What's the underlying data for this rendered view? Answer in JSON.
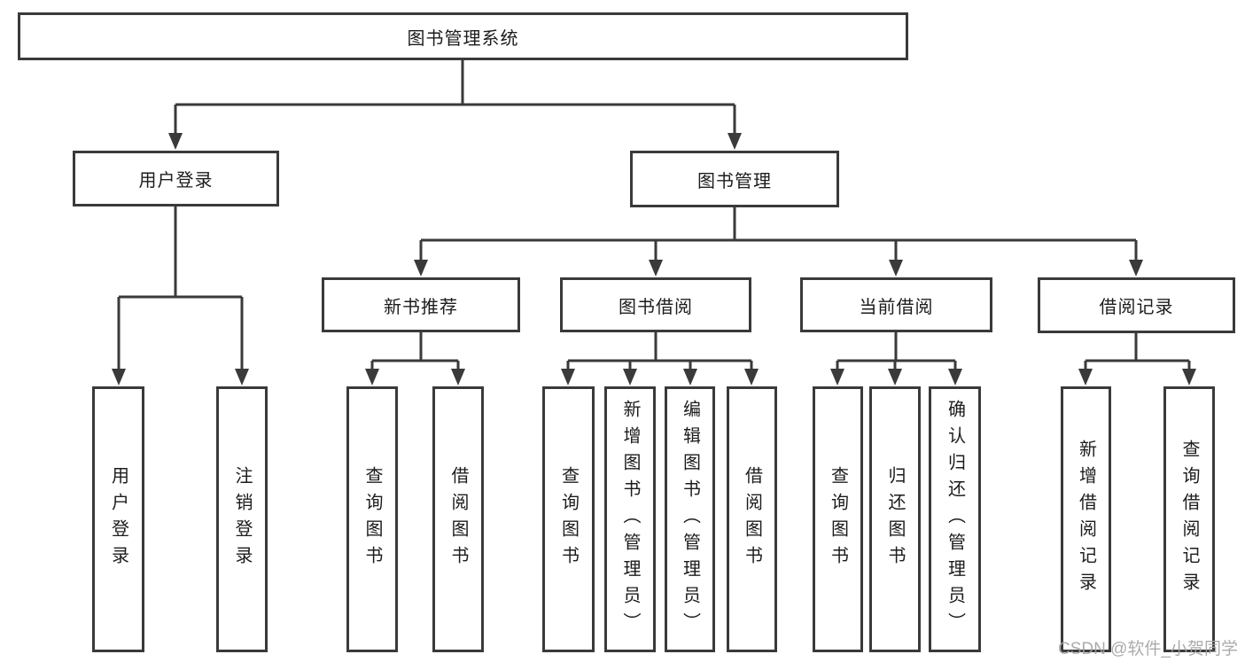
{
  "diagram": {
    "root": {
      "label": "图书管理系统"
    },
    "branches": [
      {
        "label": "用户登录",
        "leaves": [
          {
            "label": "用户登录"
          },
          {
            "label": "注销登录"
          }
        ]
      },
      {
        "label": "图书管理",
        "sections": [
          {
            "label": "新书推荐",
            "leaves": [
              {
                "label": "查询图书"
              },
              {
                "label": "借阅图书"
              }
            ]
          },
          {
            "label": "图书借阅",
            "leaves": [
              {
                "label": "查询图书"
              },
              {
                "label": "新增图书（管理员）"
              },
              {
                "label": "编辑图书（管理员）"
              },
              {
                "label": "借阅图书"
              }
            ]
          },
          {
            "label": "当前借阅",
            "leaves": [
              {
                "label": "查询图书"
              },
              {
                "label": "归还图书"
              },
              {
                "label": "确认归还（管理员）"
              }
            ]
          },
          {
            "label": "借阅记录",
            "leaves": [
              {
                "label": "新增借阅记录"
              },
              {
                "label": "查询借阅记录"
              }
            ]
          }
        ]
      }
    ]
  },
  "watermark": {
    "text": "CSDN @软件_小贺同学"
  },
  "colors": {
    "line": "#3a3a3a",
    "box_border": "#3a3a3a",
    "text": "#1c1c1c",
    "watermark": "#a3a3a3",
    "background": "#ffffff"
  }
}
